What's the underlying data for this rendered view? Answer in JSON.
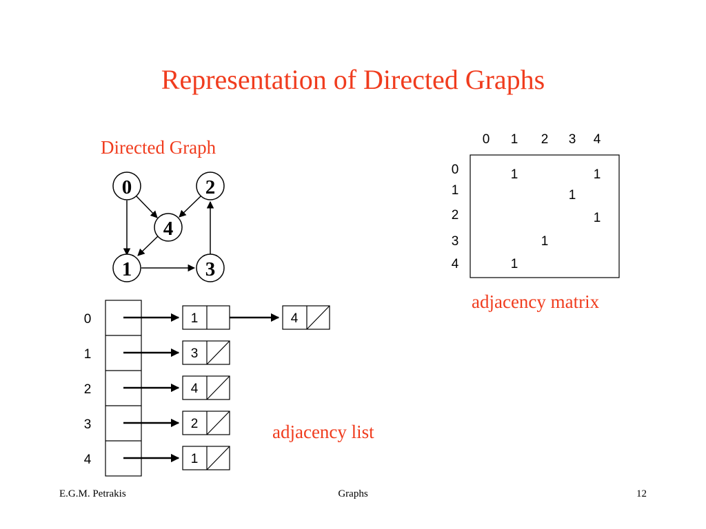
{
  "title": "Representation of Directed Graphs",
  "graph": {
    "heading": "Directed Graph",
    "nodes": [
      "0",
      "1",
      "2",
      "3",
      "4"
    ],
    "edges": [
      [
        "0",
        "1"
      ],
      [
        "0",
        "4"
      ],
      [
        "1",
        "3"
      ],
      [
        "2",
        "4"
      ],
      [
        "3",
        "2"
      ],
      [
        "4",
        "1"
      ]
    ]
  },
  "matrix": {
    "caption": "adjacency matrix",
    "col_headers": [
      "0",
      "1",
      "2",
      "3",
      "4"
    ],
    "row_headers": [
      "0",
      "1",
      "2",
      "3",
      "4"
    ],
    "cells": [
      [
        "",
        "1",
        "",
        "",
        "1"
      ],
      [
        "",
        "",
        "",
        "1",
        ""
      ],
      [
        "",
        "",
        "",
        "",
        "1"
      ],
      [
        "",
        "",
        "1",
        "",
        ""
      ],
      [
        "",
        "1",
        "",
        "",
        ""
      ]
    ]
  },
  "list": {
    "caption": "adjacency list",
    "rows": [
      {
        "index": "0",
        "nodes": [
          "1",
          "4"
        ]
      },
      {
        "index": "1",
        "nodes": [
          "3"
        ]
      },
      {
        "index": "2",
        "nodes": [
          "4"
        ]
      },
      {
        "index": "3",
        "nodes": [
          "2"
        ]
      },
      {
        "index": "4",
        "nodes": [
          "1"
        ]
      }
    ]
  },
  "footer": {
    "author": "E.G.M. Petrakis",
    "topic": "Graphs",
    "page": "12"
  },
  "colors": {
    "accent": "#f03c1e",
    "ink": "#000000"
  }
}
